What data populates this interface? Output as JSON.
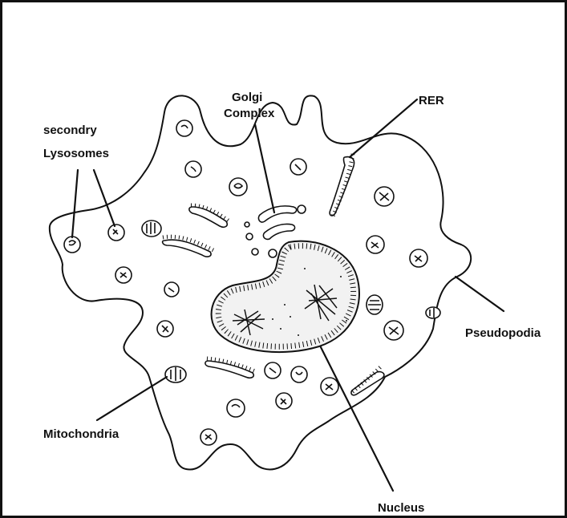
{
  "labels": {
    "golgi_line1": "Golgi",
    "golgi_line2": "Complex",
    "rer": "RER",
    "secondary_line1": "secondry",
    "secondary_line2": "Lysosomes",
    "pseudopodia": "Pseudopodia",
    "mitochondria": "Mitochondria",
    "nucleus": "Nucleus"
  },
  "colors": {
    "stroke": "#111111",
    "background": "#ffffff",
    "nucleus_fill": "#f2f2f2"
  }
}
